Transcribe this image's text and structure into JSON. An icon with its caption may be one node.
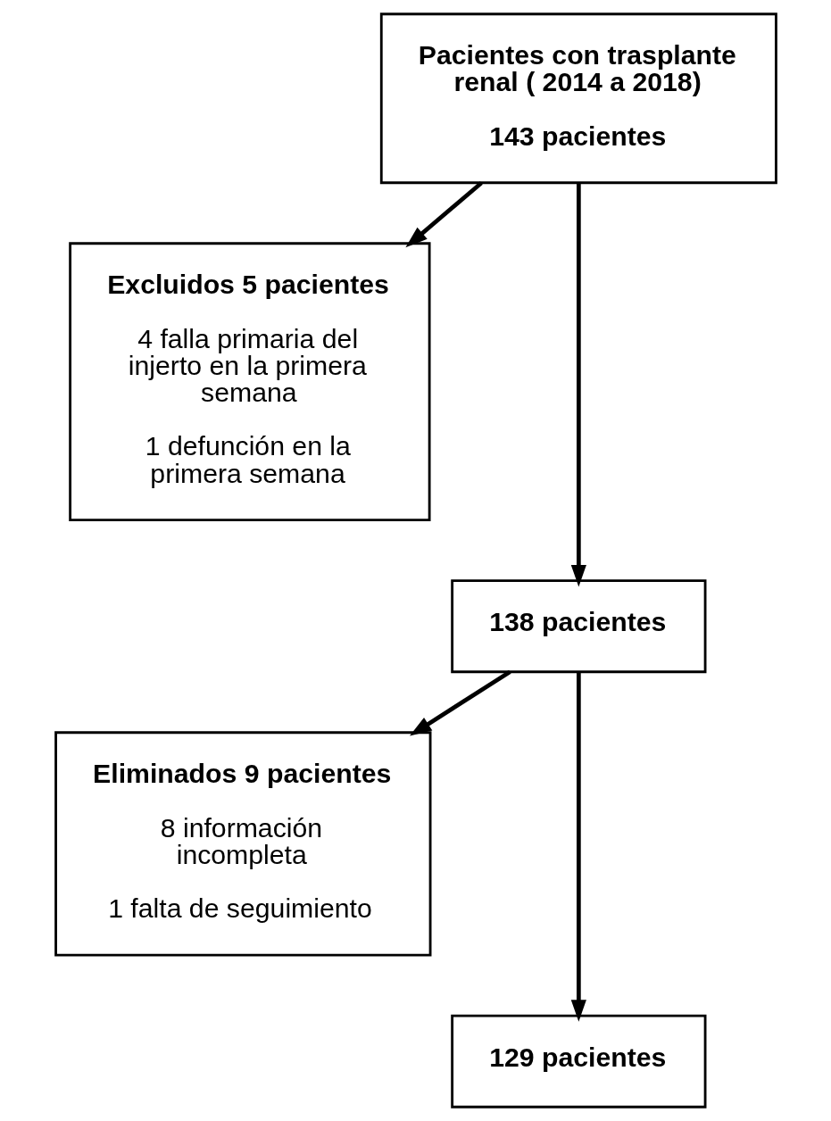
{
  "diagram": {
    "nodes": [
      {
        "text": [
          "Pacientes con trasplante renal ( 2014 a 2018)",
          "143 pacientes"
        ]
      },
      {
        "text": [
          "Excluidos 5 pacientes",
          "4 falla primaria del injerto en la primera semana",
          "1 defunción en la primera semana"
        ]
      },
      {
        "text": [
          "138 pacientes"
        ]
      },
      {
        "text": [
          "Eliminados 9 pacientes",
          "8 información incompleta",
          "1 falta de seguimiento"
        ]
      },
      {
        "text": [
          "129 pacientes"
        ]
      }
    ],
    "edges": [
      {
        "from": 0,
        "to": 2,
        "arrow": "to"
      },
      {
        "from": 0,
        "to": 1,
        "arrow": "to"
      },
      {
        "from": 2,
        "to": 4,
        "arrow": "to"
      },
      {
        "from": 2,
        "to": 3,
        "arrow": "to"
      }
    ]
  }
}
